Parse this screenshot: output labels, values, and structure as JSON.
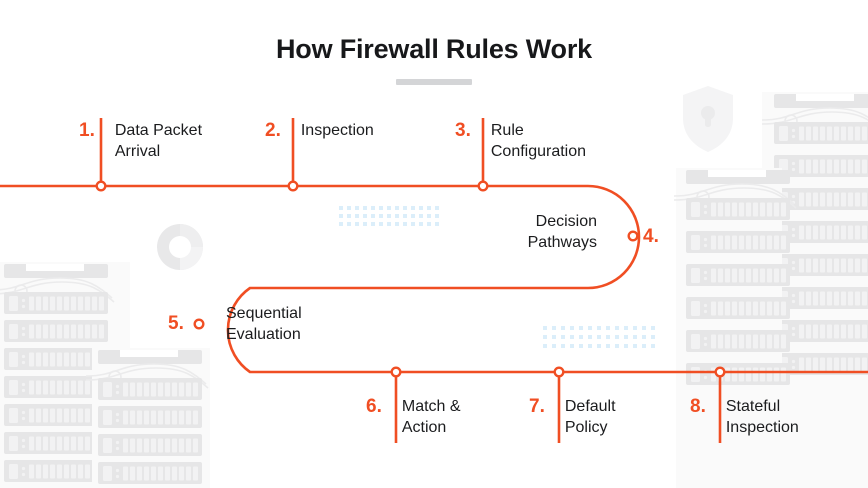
{
  "page": {
    "title": "How Firewall Rules Work",
    "accent_color": "#f04e23",
    "text_color": "#1b1c1e",
    "background_color": "#ffffff",
    "decor_gray": "#ededee",
    "dot_grid_color": "#dbeefa"
  },
  "steps": [
    {
      "number": "1.",
      "label": "Data Packet\nArrival",
      "position": "above-line"
    },
    {
      "number": "2.",
      "label": "Inspection",
      "position": "above-line"
    },
    {
      "number": "3.",
      "label": "Rule\nConfiguration",
      "position": "above-line"
    },
    {
      "number": "4.",
      "label": "Decision\nPathways",
      "position": "right-curve"
    },
    {
      "number": "5.",
      "label": "Sequential\nEvaluation",
      "position": "left-curve"
    },
    {
      "number": "6.",
      "label": "Match &\nAction",
      "position": "below-line"
    },
    {
      "number": "7.",
      "label": "Default\nPolicy",
      "position": "below-line"
    },
    {
      "number": "8.",
      "label": "Stateful\nInspection",
      "position": "below-line"
    }
  ],
  "decorations": {
    "shield_icon": "shield-lock-icon",
    "donut_icon": "donut-chart-icon",
    "server_racks": 4,
    "dot_grids": 2
  }
}
